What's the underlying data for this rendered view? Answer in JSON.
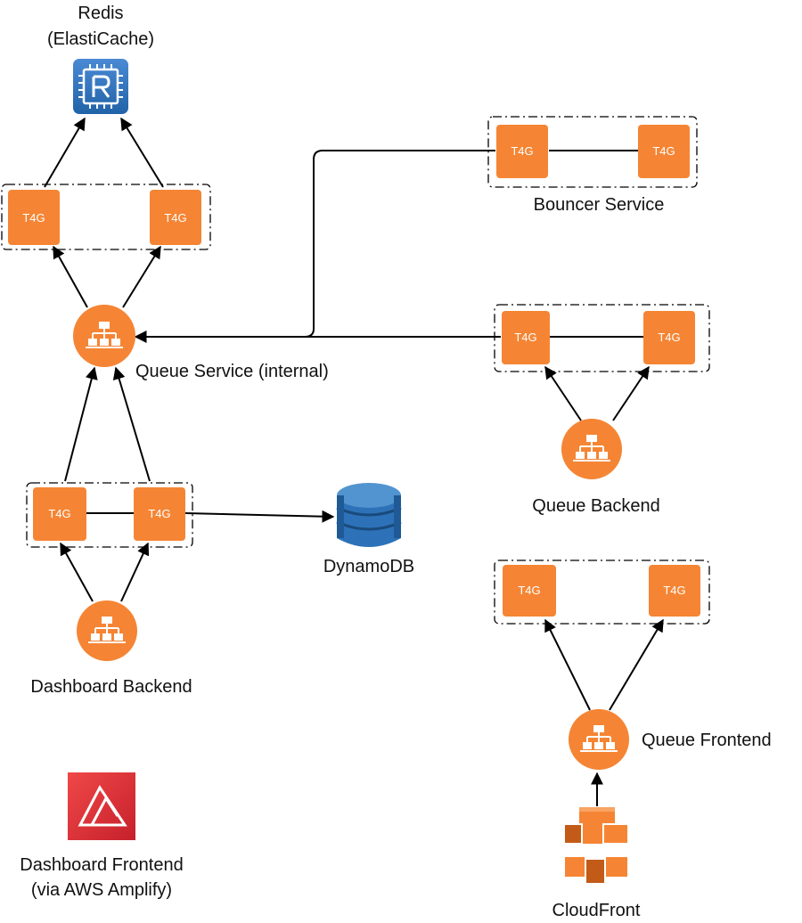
{
  "labels": {
    "redis_line1": "Redis",
    "redis_line2": "(ElastiCache)",
    "bouncer_service": "Bouncer Service",
    "queue_service": "Queue Service (internal)",
    "queue_backend": "Queue Backend",
    "dynamodb": "DynamoDB",
    "dashboard_backend": "Dashboard Backend",
    "queue_frontend": "Queue Frontend",
    "dashboard_frontend_line1": "Dashboard Frontend",
    "dashboard_frontend_line2": "(via AWS Amplify)",
    "cloudfront": "CloudFront"
  },
  "instance_label": "T4G",
  "icons": {
    "redis": "redis-icon",
    "load_balancer": "load-balancer-icon",
    "dynamodb": "dynamodb-icon",
    "amplify": "amplify-icon",
    "cloudfront": "cloudfront-icon",
    "instance": "ec2-instance-icon"
  },
  "colors": {
    "aws_orange": "#f58534",
    "instance_fill": "#f58534",
    "redis_blue": "#2f6fb6",
    "dynamodb_blue": "#2d72b8",
    "amplify_red": "#e53339",
    "edge": "#000000"
  }
}
